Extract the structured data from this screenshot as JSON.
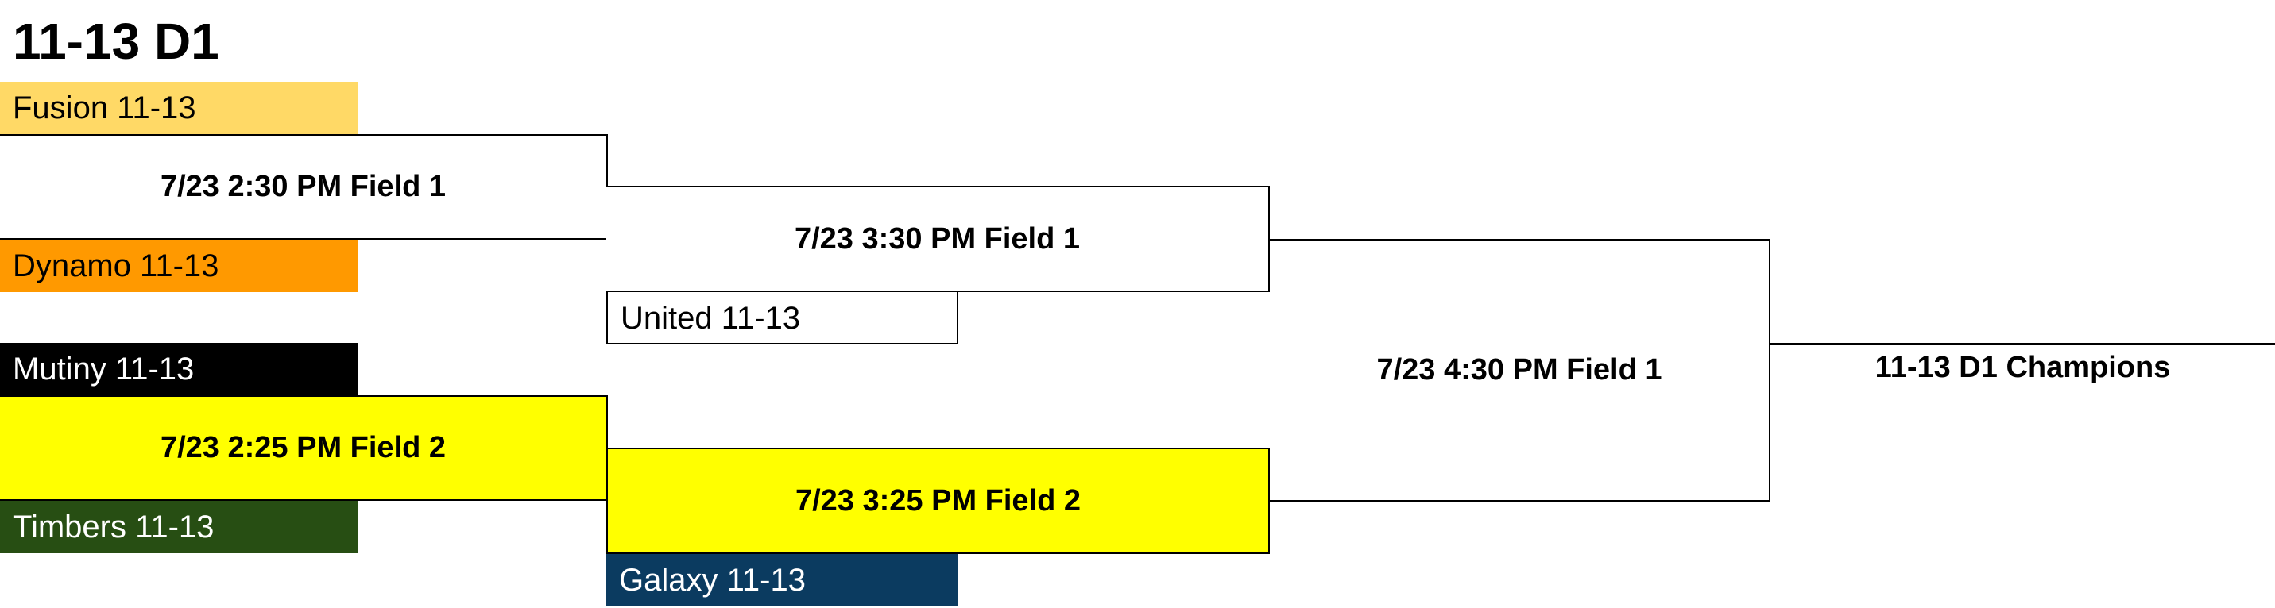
{
  "title": "11-13 D1",
  "teams": {
    "fusion": {
      "label": "Fusion 11-13",
      "color": "#FFD966",
      "text_color": "#000000"
    },
    "dynamo": {
      "label": "Dynamo 11-13",
      "color": "#FF9900",
      "text_color": "#000000"
    },
    "mutiny": {
      "label": "Mutiny 11-13",
      "color": "#000000",
      "text_color": "#FFFFFF"
    },
    "timbers": {
      "label": "Timbers 11-13",
      "color": "#274E13",
      "text_color": "#FFFFFF"
    },
    "united": {
      "label": "United 11-13",
      "color": "#FFFFFF",
      "text_color": "#000000"
    },
    "galaxy": {
      "label": "Galaxy 11-13",
      "color": "#0B3B60",
      "text_color": "#FFFFFF"
    }
  },
  "matches": {
    "r1_top": {
      "label": "7/23 2:30 PM Field 1",
      "color": "#FFFFFF"
    },
    "r1_bottom": {
      "label": "7/23 2:25 PM Field 2",
      "color": "#FFFF00"
    },
    "r2_top": {
      "label": "7/23 3:30 PM Field 1",
      "color": "#FFFFFF"
    },
    "r2_bottom": {
      "label": "7/23 3:25 PM Field 2",
      "color": "#FFFF00"
    },
    "final": {
      "label": "7/23 4:30 PM Field 1",
      "color": "#FFFFFF"
    }
  },
  "champion": {
    "label": "11-13 D1 Champions"
  }
}
